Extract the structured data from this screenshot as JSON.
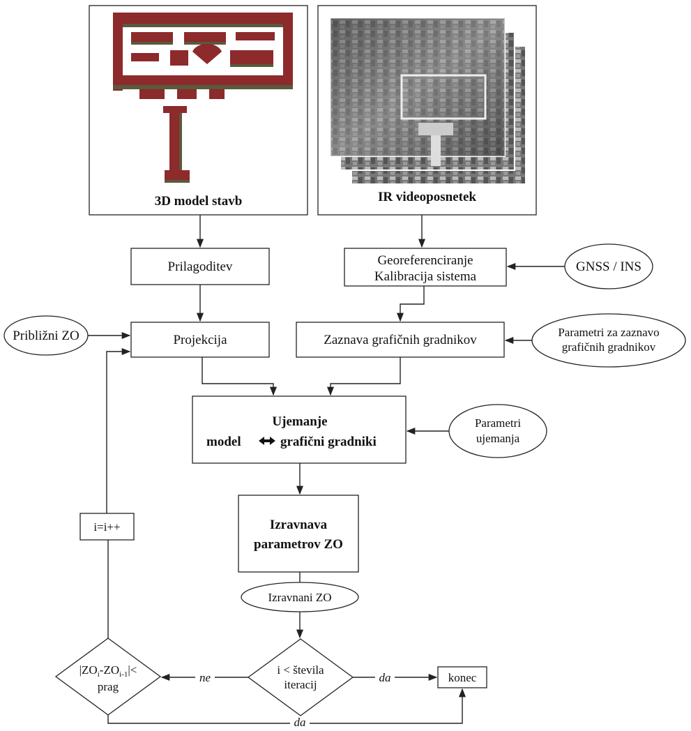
{
  "panels": {
    "model_caption": "3D model stavb",
    "ir_caption": "IR videoposnetek"
  },
  "nodes": {
    "prilagoditev": "Prilagoditev",
    "georef_line1": "Georeferenciranje",
    "georef_line2": "Kalibracija sistema",
    "gnss": "GNSS / INS",
    "priblizni": "Približni ZO",
    "projekcija": "Projekcija",
    "zaznava": "Zaznava grafičnih gradnikov",
    "param_zaznava_line1": "Parametri za zaznavo",
    "param_zaznava_line2": "grafičnih gradnikov",
    "ujemanje_title": "Ujemanje",
    "ujemanje_left": "model",
    "ujemanje_right": "grafični gradniki",
    "param_ujem_line1": "Parametri",
    "param_ujem_line2": "ujemanja",
    "izravnava_line1": "Izravnava",
    "izravnava_line2": "parametrov ZO",
    "izravnani": "Izravnani ZO",
    "iter_line1": "i < števila",
    "iter_line2": "iteracij",
    "thresh_line1": "|ZO",
    "thresh_sub1": "i",
    "thresh_mid": "-ZO",
    "thresh_sub2": "i-1",
    "thresh_end": "|<",
    "thresh_line2": "prag",
    "increment": "i=i++",
    "konec": "konec"
  },
  "edge_labels": {
    "ne": "ne",
    "da_right": "da",
    "da_bottom": "da"
  },
  "colors": {
    "building_roof": "#8c2a2c",
    "building_wall": "#5a5a3c"
  }
}
